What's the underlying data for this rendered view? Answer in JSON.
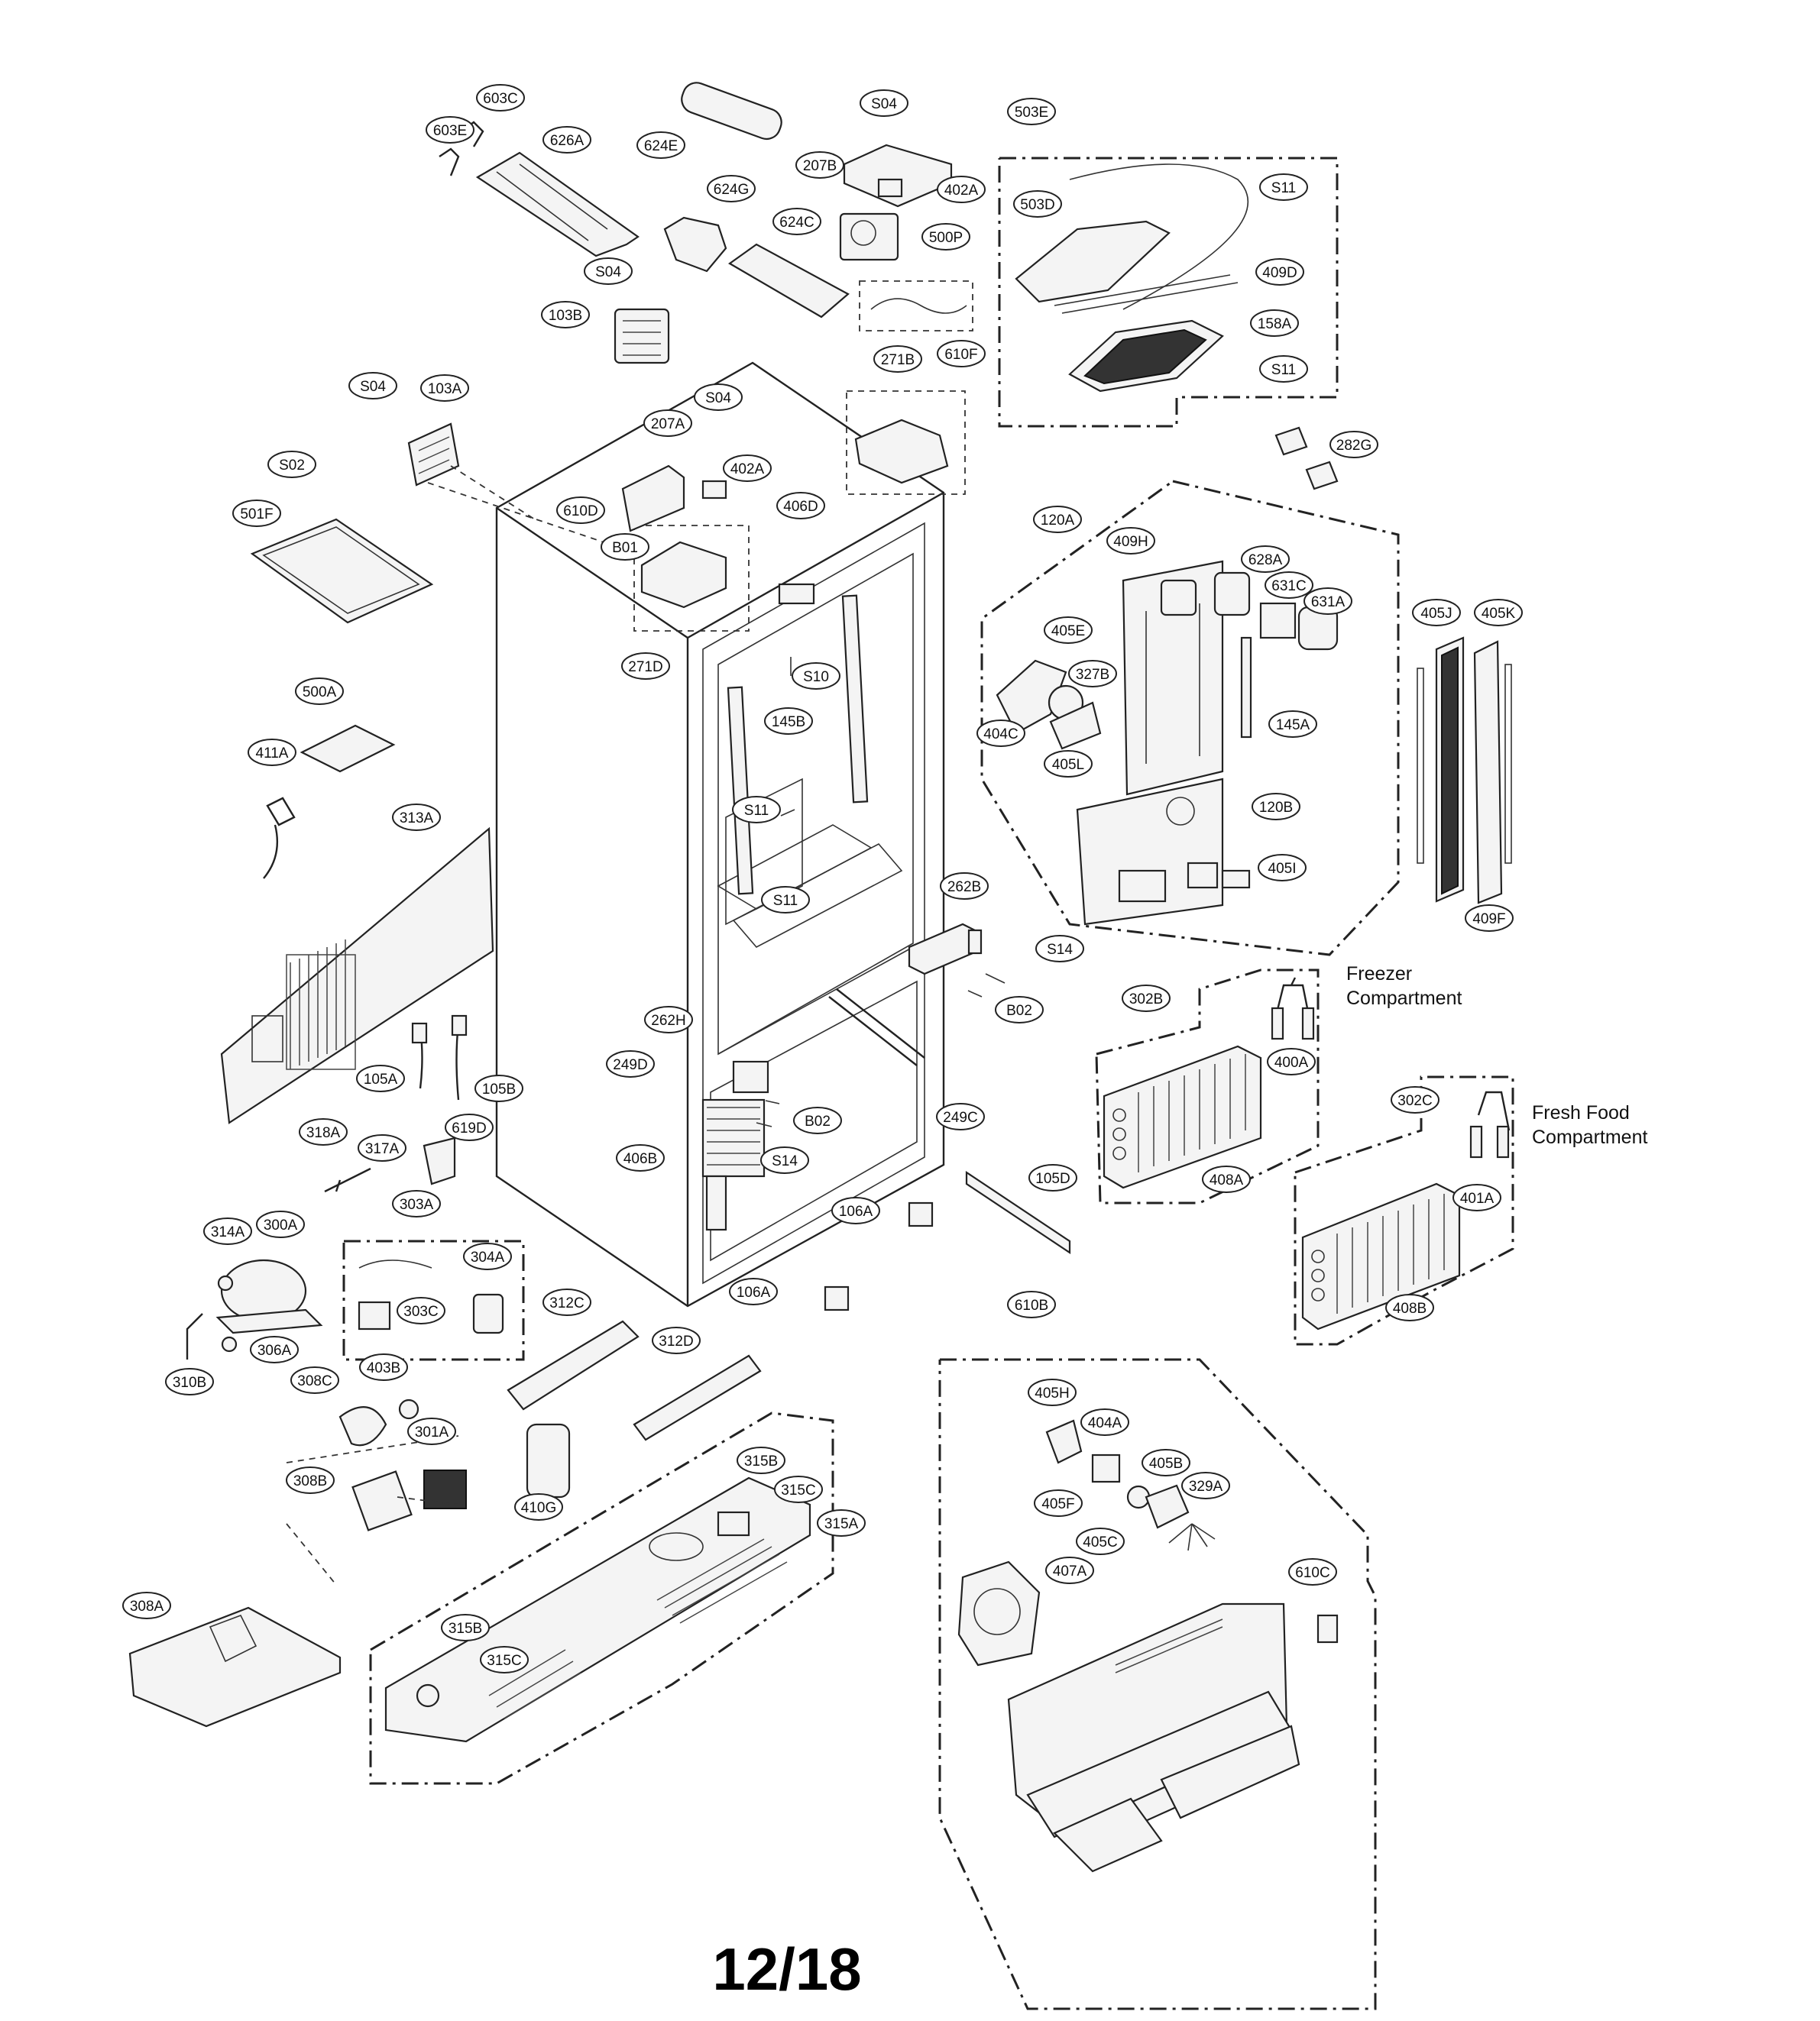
{
  "page_number": "12/18",
  "compartment_notes": [
    "Freezer\nCompartment",
    "Fresh Food\nCompartment"
  ],
  "part_labels": [
    "603E",
    "603C",
    "626A",
    "624E",
    "S04",
    "207B",
    "402A",
    "503E",
    "S11",
    "503D",
    "624G",
    "624C",
    "500P",
    "409D",
    "158A",
    "S04",
    "103B",
    "610F",
    "S11",
    "271B",
    "S04",
    "103A",
    "S04",
    "207A",
    "282G",
    "S02",
    "402A",
    "406D",
    "501F",
    "610D",
    "B01",
    "120A",
    "409H",
    "628A",
    "631C",
    "631A",
    "405J",
    "405K",
    "405E",
    "327B",
    "S10",
    "271D",
    "404C",
    "405L",
    "145A",
    "500A",
    "145B",
    "411A",
    "S11",
    "120B",
    "405I",
    "313A",
    "262B",
    "S11",
    "S14",
    "409F",
    "B02",
    "302B",
    "400A",
    "262H",
    "249D",
    "105A",
    "105B",
    "249C",
    "302C",
    "B02",
    "318A",
    "317A",
    "619D",
    "406B",
    "S14",
    "105D",
    "408A",
    "303A",
    "106A",
    "401A",
    "314A",
    "300A",
    "304A",
    "303C",
    "106A",
    "312C",
    "408B",
    "312D",
    "610B",
    "306A",
    "310B",
    "308C",
    "403B",
    "405H",
    "301A",
    "404A",
    "315B",
    "405B",
    "308B",
    "329A",
    "315C",
    "410G",
    "405F",
    "405C",
    "315A",
    "407A",
    "610C",
    "308A",
    "315B",
    "315C"
  ]
}
